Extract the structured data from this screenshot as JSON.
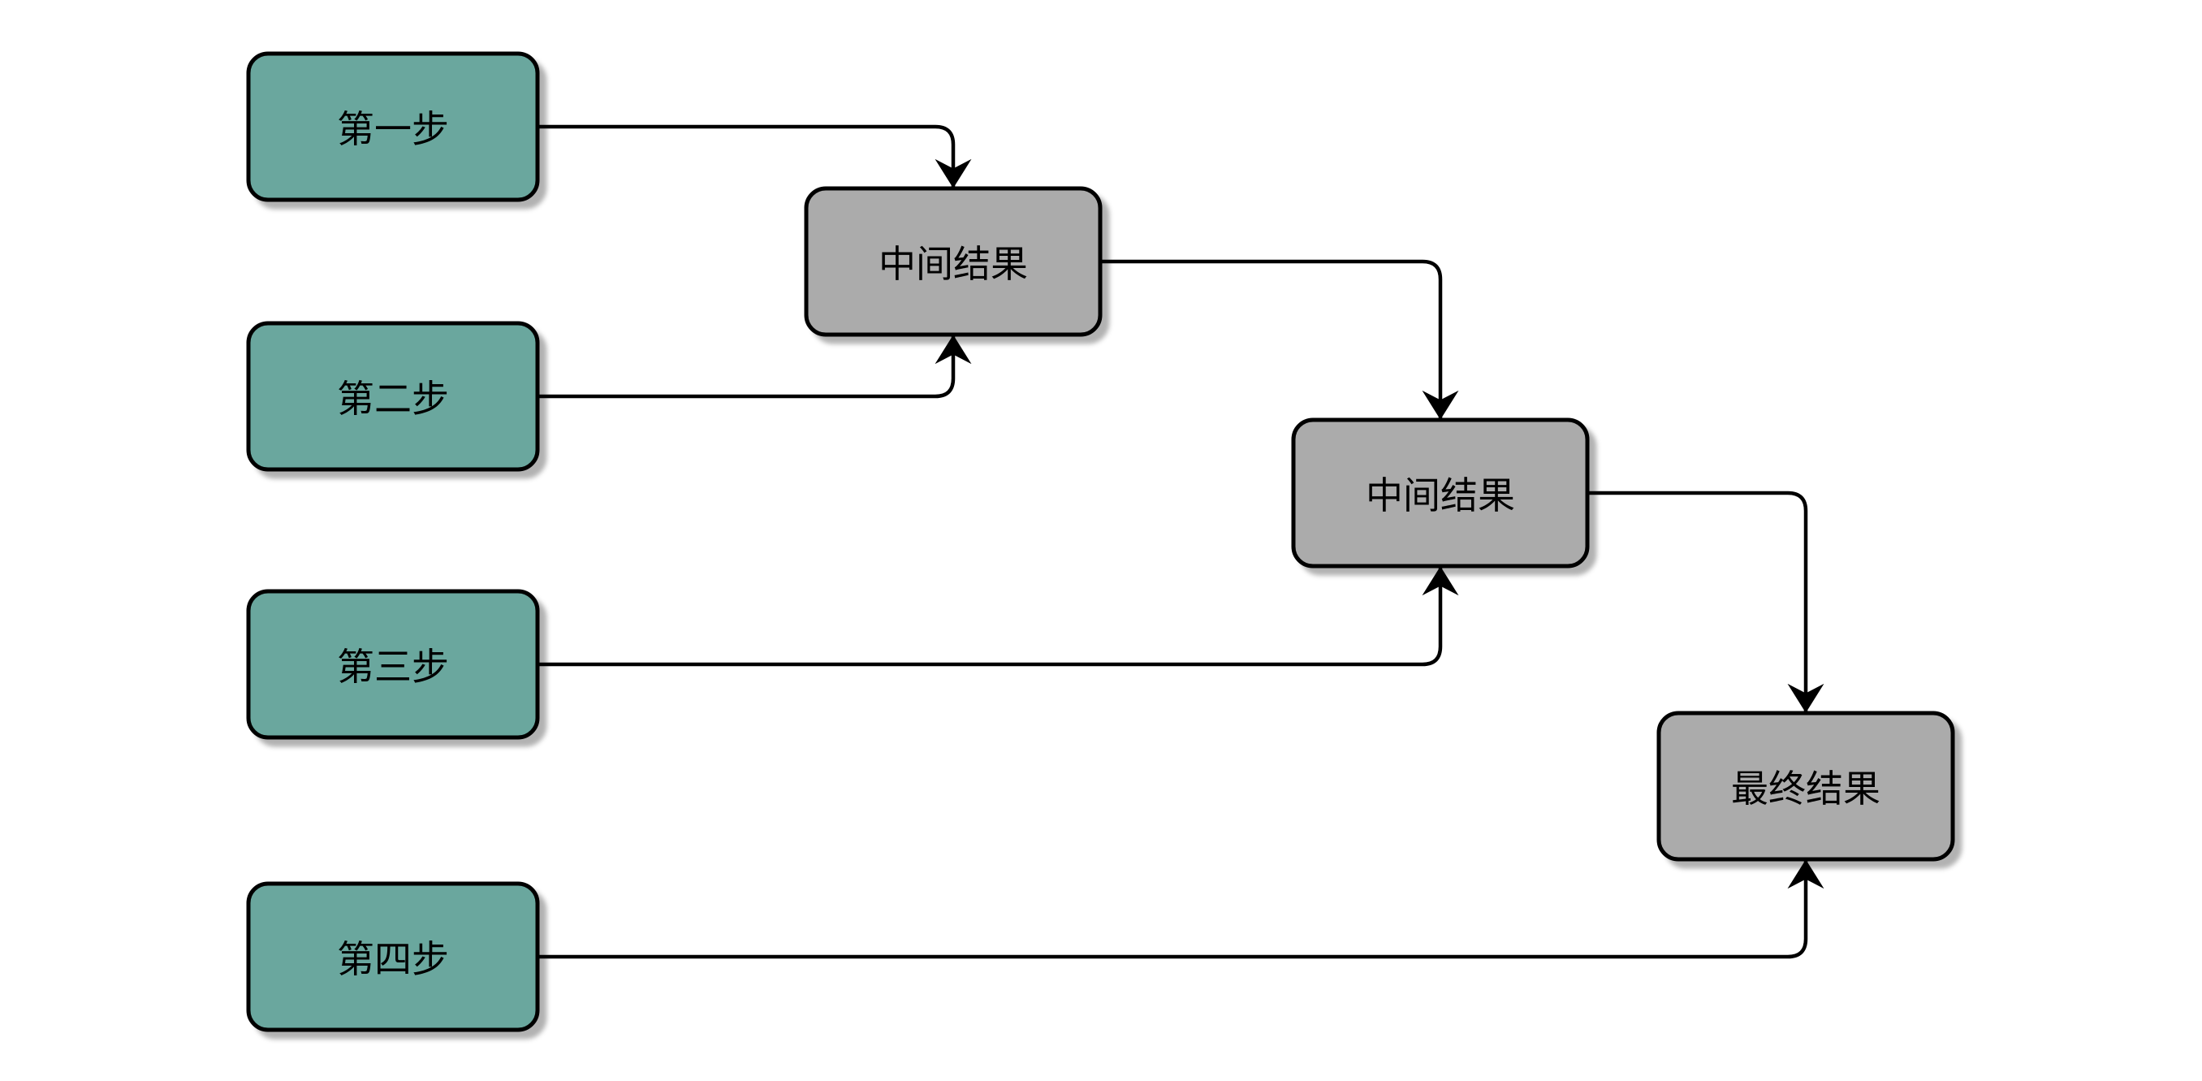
{
  "diagram": {
    "type": "flowchart",
    "background": "#ffffff",
    "colors": {
      "step_fill": "#6BA79E",
      "result_fill": "#ABABAB",
      "stroke": "#000000",
      "text": "#000000"
    },
    "nodes": [
      {
        "id": "step-1",
        "label": "第一步",
        "kind": "step"
      },
      {
        "id": "step-2",
        "label": "第二步",
        "kind": "step"
      },
      {
        "id": "step-3",
        "label": "第三步",
        "kind": "step"
      },
      {
        "id": "step-4",
        "label": "第四步",
        "kind": "step"
      },
      {
        "id": "intermediate-1",
        "label": "中间结果",
        "kind": "result"
      },
      {
        "id": "intermediate-2",
        "label": "中间结果",
        "kind": "result"
      },
      {
        "id": "final-result",
        "label": "最终结果",
        "kind": "result"
      }
    ],
    "edges": [
      {
        "from": "step-1",
        "to": "intermediate-1"
      },
      {
        "from": "step-2",
        "to": "intermediate-1"
      },
      {
        "from": "intermediate-1",
        "to": "intermediate-2"
      },
      {
        "from": "step-3",
        "to": "intermediate-2"
      },
      {
        "from": "intermediate-2",
        "to": "final-result"
      },
      {
        "from": "step-4",
        "to": "final-result"
      }
    ]
  }
}
